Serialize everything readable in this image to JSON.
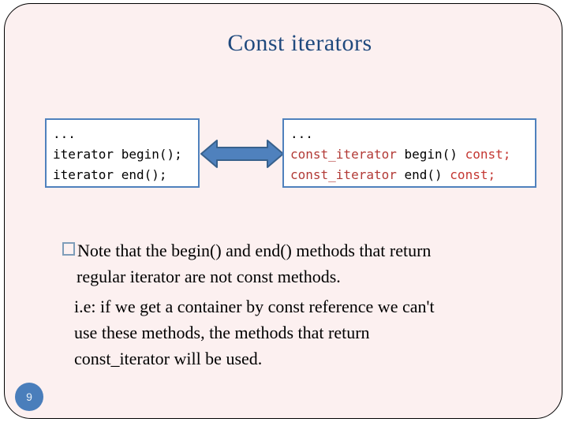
{
  "slide": {
    "title": "Const iterators",
    "page_number": "9",
    "colors": {
      "slide_background": "#fcf0f0",
      "frame_border": "#000000",
      "title_text": "#1F497D",
      "accent_blue": "#4F81BD",
      "arrow_fill": "#4F81BD",
      "arrow_border": "#38618C",
      "code_type_red": "#B23A36",
      "code_keyword_red": "#C43732",
      "bullet_square_border": "#7F9DB9",
      "page_badge_fill": "#4A7EBB"
    }
  },
  "code_left": {
    "line1": "...",
    "line2": "iterator begin();",
    "line3": "iterator end();"
  },
  "code_right": {
    "line1": "...",
    "line2_type": "const_iterator",
    "line2_fn": " begin() ",
    "line2_kw": "const;",
    "line3_type": "const_iterator",
    "line3_fn": " end() ",
    "line3_kw": "const;"
  },
  "body": {
    "para1_lines": [
      "Note that the begin() and end() methods that return",
      "regular iterator are not const methods."
    ],
    "para2_lines": [
      "i.e: if we get a container by const reference we can't",
      "use these methods, the methods that return",
      "const_iterator will be used."
    ]
  }
}
